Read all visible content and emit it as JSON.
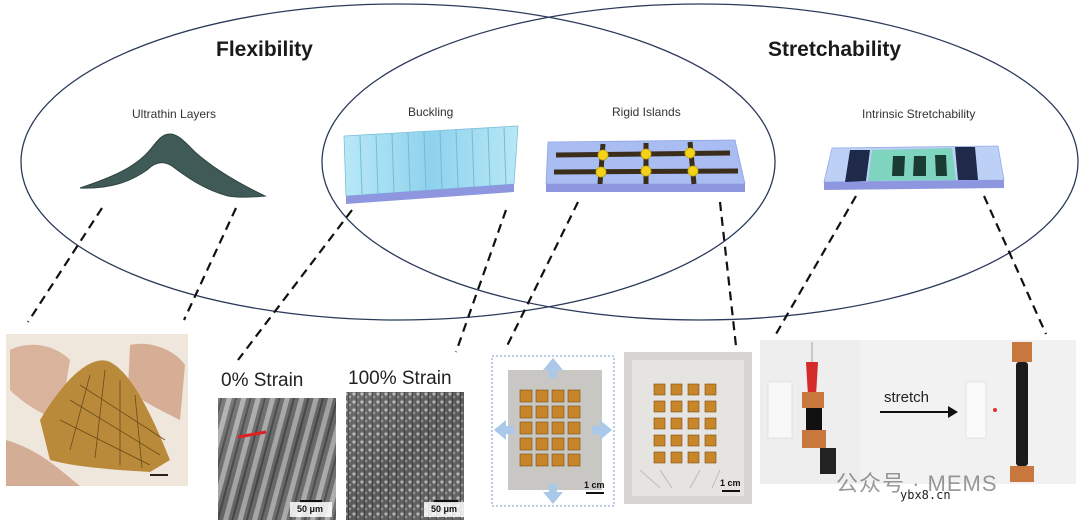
{
  "headings": {
    "flexibility": "Flexibility",
    "stretchability": "Stretchability"
  },
  "concepts": {
    "ultrathin": "Ultrathin Layers",
    "buckling": "Buckling",
    "rigid_islands": "Rigid Islands",
    "intrinsic": "Intrinsic Stretchability"
  },
  "photos": {
    "strain_0": "0% Strain",
    "strain_100": "100% Strain",
    "scale_50um": "50 μm",
    "scale_1cm": "1 cm",
    "stretch": "stretch"
  },
  "watermark": {
    "text": "公众号 · MEMS",
    "site": "ybx8.cn"
  },
  "colors": {
    "ellipse_stroke": "#2b3a5a",
    "buckle_fill": "#9ad8ee",
    "island_band": "#9fb4f0",
    "island_gold": "#f3d21c",
    "intrinsic_green": "#7fd4c0",
    "intrinsic_dark": "#1f2a4a"
  }
}
